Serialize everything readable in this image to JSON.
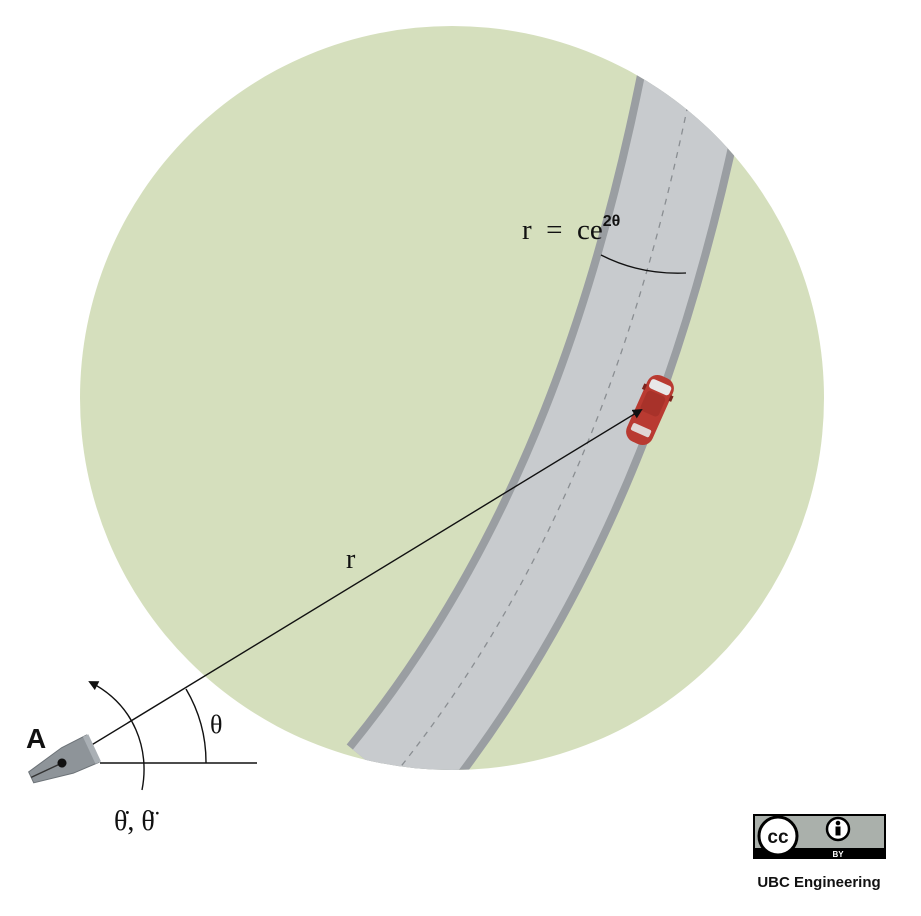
{
  "labels": {
    "point": "A",
    "radius": "r",
    "angle": "θ",
    "rates": "θ̇, θ̈",
    "curve_lhs": "r  =  ce",
    "curve_exp": "2θ"
  },
  "license": {
    "cc": "cc",
    "by": "BY",
    "credit": "UBC Engineering"
  },
  "colors": {
    "field": "#d5dfbd",
    "road": "#c8cbce",
    "road_edge": "#9a9ea2",
    "car": "#b93a31",
    "camera": "#8e9499"
  }
}
